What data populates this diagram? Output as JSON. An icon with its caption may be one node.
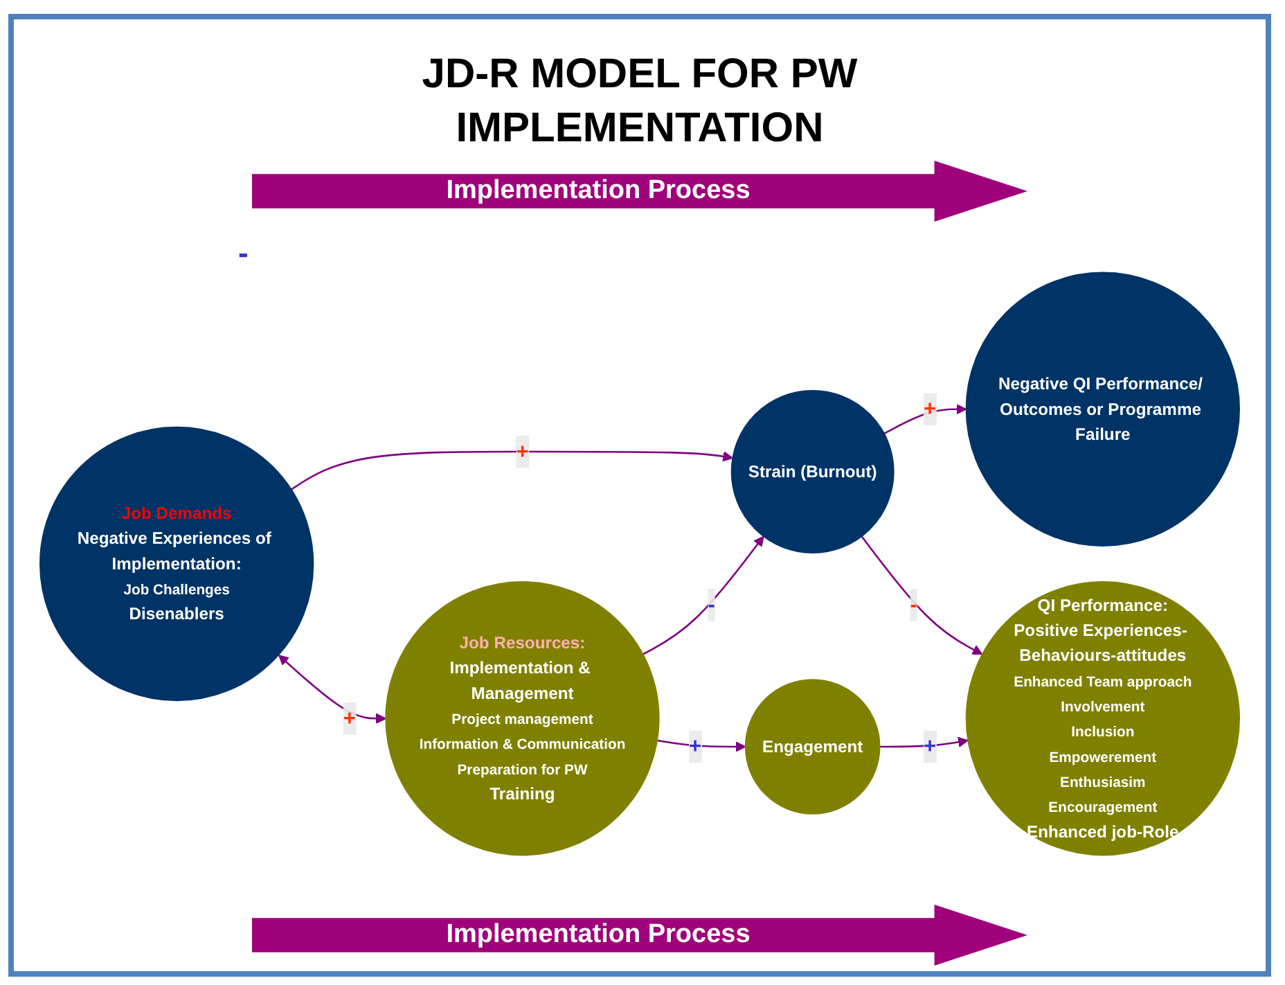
{
  "diagram": {
    "title": "JD-R MODEL FOR PW IMPLEMENTATION",
    "nodes": [
      {
        "text": [
          "Job Demands",
          "Negative Experiences of Implementation:",
          "Job Challenges",
          "Disenablers"
        ]
      },
      {
        "text": [
          "Strain (Burnout)"
        ]
      },
      {
        "text": [
          "Negative QI Performance/ Outcomes or Programme Failure"
        ]
      },
      {
        "text": [
          "Job Resources:",
          "Implementation & Management",
          "Project management",
          "Information & Communication",
          "Preparation for PW",
          "Training"
        ]
      },
      {
        "text": [
          "Engagement"
        ]
      },
      {
        "text": [
          "QI Performance:",
          "Positive Experiences- Behaviours-attitudes",
          "Enhanced Team approach",
          "Involvement",
          "Inclusion",
          "Empowerement",
          "Enthusiasim",
          "Encouragement",
          "Enhanced job-Role"
        ]
      }
    ],
    "edges": [
      {
        "from": 0,
        "to": 1,
        "arrow": "to",
        "label": "+"
      },
      {
        "from": 1,
        "to": 2,
        "arrow": "to",
        "label": "+"
      },
      {
        "from": 0,
        "to": 3,
        "arrow": "both",
        "label": "+"
      },
      {
        "from": 3,
        "to": 1,
        "arrow": "to",
        "label": "-"
      },
      {
        "from": 1,
        "to": 5,
        "arrow": "to",
        "label": "-"
      },
      {
        "from": 3,
        "to": 4,
        "arrow": "to",
        "label": "+"
      },
      {
        "from": 4,
        "to": 5,
        "arrow": "to",
        "label": "+"
      }
    ],
    "labels": [
      "Implementation Process",
      "-",
      "Implementation Process"
    ]
  }
}
